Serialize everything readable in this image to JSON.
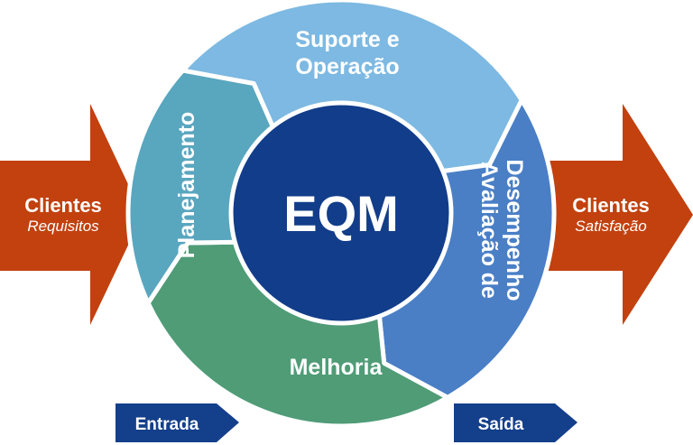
{
  "center": {
    "label": "EQM"
  },
  "segments": [
    {
      "id": "suporte",
      "lines": [
        "Suporte e",
        "Operação"
      ],
      "color": "#7db9e2"
    },
    {
      "id": "avaliacao",
      "lines": [
        "Avaliação de",
        "Desempenho"
      ],
      "color": "#4a7fc6"
    },
    {
      "id": "melhoria",
      "lines": [
        "Melhoria"
      ],
      "color": "#4f9c77"
    },
    {
      "id": "planejamento",
      "lines": [
        "Planejamento"
      ],
      "color": "#59a6bf"
    }
  ],
  "input_arrow": {
    "title": "Clientes",
    "subtitle": "Requisitos",
    "color": "#c2410e"
  },
  "output_arrow": {
    "title": "Clientes",
    "subtitle": "Satisfação",
    "color": "#c2410e"
  },
  "bottom": {
    "entrada": "Entrada",
    "saida": "Saída",
    "color": "#143f8b"
  },
  "center_color": "#123d8a"
}
